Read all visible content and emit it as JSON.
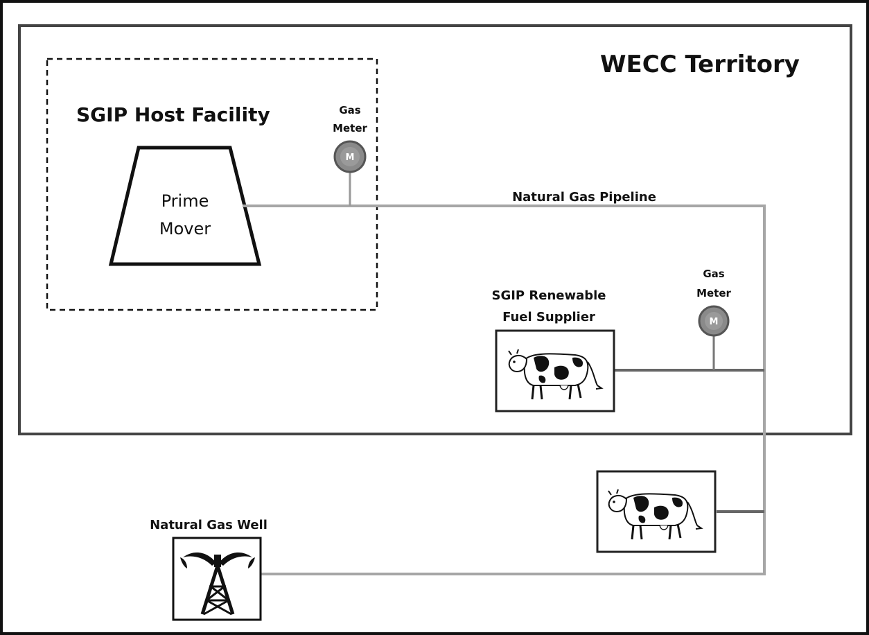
{
  "territory": {
    "label": "WECC Territory"
  },
  "host_facility": {
    "label": "SGIP Host Facility"
  },
  "prime_mover": {
    "line1": "Prime",
    "line2": "Mover"
  },
  "gas_meter_host": {
    "line1": "Gas",
    "line2": "Meter",
    "symbol": "M"
  },
  "pipeline": {
    "label": "Natural Gas Pipeline"
  },
  "renewable_supplier": {
    "line1": "SGIP Renewable",
    "line2": "Fuel Supplier"
  },
  "gas_meter_supplier": {
    "line1": "Gas",
    "line2": "Meter",
    "symbol": "M"
  },
  "gas_well": {
    "label": "Natural Gas Well"
  },
  "icons": [
    "cow-icon",
    "oil-derrick-icon",
    "gas-meter-icon"
  ],
  "colors": {
    "pipe": "#a6a6a6",
    "meter": "#8a8a8a",
    "outline": "#333333"
  }
}
